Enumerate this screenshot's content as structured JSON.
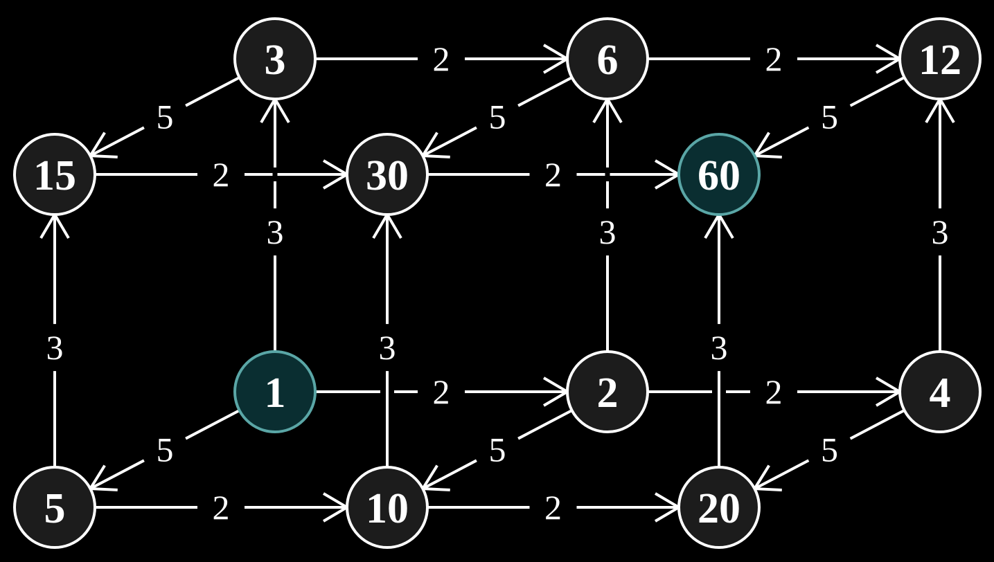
{
  "colors": {
    "background": "#000000",
    "node_fill": "#1c1c1c",
    "node_stroke": "#ffffff",
    "highlight_fill": "#0a2e31",
    "highlight_stroke": "#5aa6a6",
    "edge": "#ffffff",
    "text": "#ffffff"
  },
  "nodes": [
    {
      "id": "n1",
      "label": "1",
      "highlight": true
    },
    {
      "id": "n2",
      "label": "2",
      "highlight": false
    },
    {
      "id": "n4",
      "label": "4",
      "highlight": false
    },
    {
      "id": "n5",
      "label": "5",
      "highlight": false
    },
    {
      "id": "n10",
      "label": "10",
      "highlight": false
    },
    {
      "id": "n20",
      "label": "20",
      "highlight": false
    },
    {
      "id": "n3",
      "label": "3",
      "highlight": false
    },
    {
      "id": "n6",
      "label": "6",
      "highlight": false
    },
    {
      "id": "n12",
      "label": "12",
      "highlight": false
    },
    {
      "id": "n15",
      "label": "15",
      "highlight": false
    },
    {
      "id": "n30",
      "label": "30",
      "highlight": false
    },
    {
      "id": "n60",
      "label": "60",
      "highlight": true
    }
  ],
  "edges": [
    {
      "from": "n3",
      "to": "n6",
      "label": "2"
    },
    {
      "from": "n6",
      "to": "n12",
      "label": "2"
    },
    {
      "from": "n15",
      "to": "n30",
      "label": "2"
    },
    {
      "from": "n30",
      "to": "n60",
      "label": "2"
    },
    {
      "from": "n1",
      "to": "n2",
      "label": "2"
    },
    {
      "from": "n2",
      "to": "n4",
      "label": "2"
    },
    {
      "from": "n5",
      "to": "n10",
      "label": "2"
    },
    {
      "from": "n10",
      "to": "n20",
      "label": "2"
    },
    {
      "from": "n1",
      "to": "n3",
      "label": "3"
    },
    {
      "from": "n2",
      "to": "n6",
      "label": "3"
    },
    {
      "from": "n4",
      "to": "n12",
      "label": "3"
    },
    {
      "from": "n5",
      "to": "n15",
      "label": "3"
    },
    {
      "from": "n10",
      "to": "n30",
      "label": "3"
    },
    {
      "from": "n20",
      "to": "n60",
      "label": "3"
    },
    {
      "from": "n3",
      "to": "n15",
      "label": "5"
    },
    {
      "from": "n6",
      "to": "n30",
      "label": "5"
    },
    {
      "from": "n12",
      "to": "n60",
      "label": "5"
    },
    {
      "from": "n1",
      "to": "n5",
      "label": "5"
    },
    {
      "from": "n2",
      "to": "n10",
      "label": "5"
    },
    {
      "from": "n4",
      "to": "n20",
      "label": "5"
    }
  ]
}
